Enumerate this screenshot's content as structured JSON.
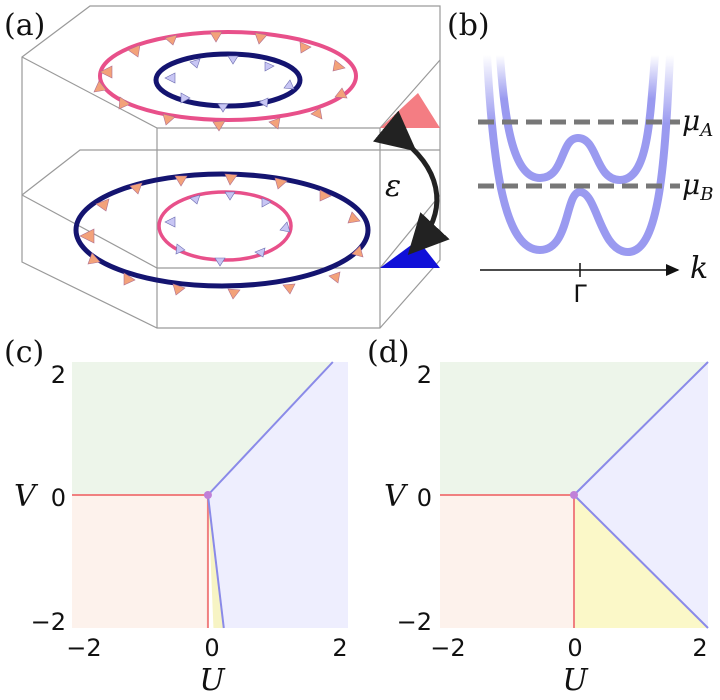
{
  "panels": {
    "a": {
      "label": "(a)",
      "strain_symbol": "ε",
      "layer_top_color": "#f47d83",
      "layer_bottom_color": "#1010d8"
    },
    "b": {
      "label": "(b)",
      "mu_a": "μ",
      "mu_a_sub": "A",
      "mu_b": "μ",
      "mu_b_sub": "B",
      "k_label": "k",
      "gamma_label": "Γ"
    },
    "c": {
      "label": "(c)"
    },
    "d": {
      "label": "(d)"
    }
  },
  "axes": {
    "x_name": "U",
    "y_name": "V",
    "x_ticks": [
      "−2",
      "0",
      "2"
    ],
    "y_ticks": [
      "2",
      "0",
      "−2"
    ]
  },
  "chart_data": [
    {
      "panel": "c",
      "type": "area",
      "xlim": [
        -2,
        2
      ],
      "ylim": [
        -2,
        2
      ],
      "grid": false,
      "regions": [
        {
          "color": "#edf5ea",
          "polygon": [
            [
              -2,
              0
            ],
            [
              -0.03,
              0
            ],
            [
              1.78,
              2
            ],
            [
              -2,
              2
            ]
          ]
        },
        {
          "color": "#eeeefe",
          "polygon": [
            [
              1.78,
              2
            ],
            [
              2,
              2
            ],
            [
              2,
              -2
            ],
            [
              0.2,
              -2
            ],
            [
              -0.03,
              0
            ]
          ]
        },
        {
          "color": "#fdf2ec",
          "polygon": [
            [
              -2,
              0
            ],
            [
              -0.03,
              0
            ],
            [
              -0.03,
              -2
            ],
            [
              -2,
              -2
            ]
          ]
        },
        {
          "color": "#f7f4c4",
          "polygon": [
            [
              -0.03,
              0
            ],
            [
              0.2,
              -2
            ],
            [
              0.05,
              -2
            ]
          ]
        }
      ],
      "lines": [
        {
          "color": "#f08080",
          "points": [
            [
              -2,
              0
            ],
            [
              -0.03,
              0
            ]
          ]
        },
        {
          "color": "#f08080",
          "points": [
            [
              -0.03,
              0
            ],
            [
              -0.03,
              -2
            ]
          ]
        },
        {
          "color": "#8a8ae8",
          "points": [
            [
              -0.03,
              0
            ],
            [
              1.78,
              2
            ]
          ]
        },
        {
          "color": "#8a8ae8",
          "points": [
            [
              -0.03,
              0
            ],
            [
              0.2,
              -2
            ]
          ]
        }
      ],
      "point": {
        "x": -0.03,
        "y": 0,
        "color": "#c080d8"
      }
    },
    {
      "panel": "d",
      "type": "area",
      "xlim": [
        -2,
        2
      ],
      "ylim": [
        -2,
        2
      ],
      "grid": false,
      "regions": [
        {
          "color": "#edf5ea",
          "polygon": [
            [
              -2,
              0
            ],
            [
              0,
              0
            ],
            [
              2,
              2
            ],
            [
              -2,
              2
            ]
          ]
        },
        {
          "color": "#eeeefe",
          "polygon": [
            [
              0,
              0
            ],
            [
              2,
              2
            ],
            [
              2,
              -2
            ]
          ]
        },
        {
          "color": "#fdf2ec",
          "polygon": [
            [
              -2,
              0
            ],
            [
              0,
              0
            ],
            [
              0,
              -2
            ],
            [
              -2,
              -2
            ]
          ]
        },
        {
          "color": "#fbf8c8",
          "polygon": [
            [
              0,
              0
            ],
            [
              2,
              -2
            ],
            [
              0,
              -2
            ]
          ]
        }
      ],
      "lines": [
        {
          "color": "#f08080",
          "points": [
            [
              -2,
              0
            ],
            [
              0,
              0
            ]
          ]
        },
        {
          "color": "#f08080",
          "points": [
            [
              0,
              0
            ],
            [
              0,
              -2
            ]
          ]
        },
        {
          "color": "#8a8ae8",
          "points": [
            [
              0,
              0
            ],
            [
              2,
              2
            ]
          ]
        },
        {
          "color": "#8a8ae8",
          "points": [
            [
              0,
              0
            ],
            [
              2,
              -2
            ]
          ]
        }
      ],
      "point": {
        "x": 0,
        "y": 0,
        "color": "#c080d8"
      }
    }
  ]
}
